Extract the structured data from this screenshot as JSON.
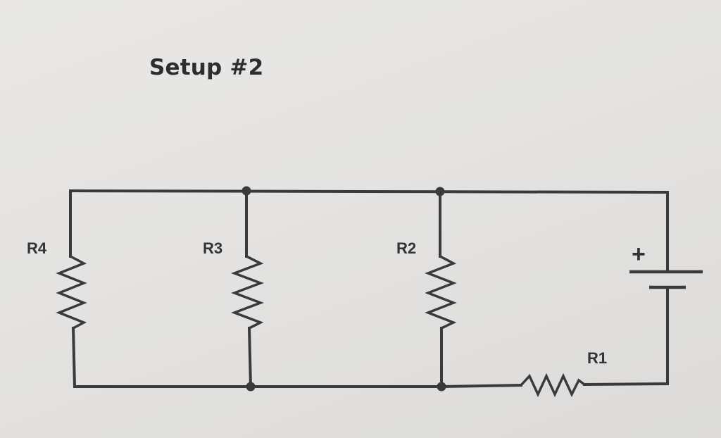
{
  "title": "Setup #2",
  "components": {
    "r1": {
      "label": "R1"
    },
    "r2": {
      "label": "R2"
    },
    "r3": {
      "label": "R3"
    },
    "r4": {
      "label": "R4"
    },
    "battery": {
      "polarity_mark": "+"
    }
  },
  "colors": {
    "ink": "#3a3a3a",
    "paper": "#e6e5e3"
  }
}
